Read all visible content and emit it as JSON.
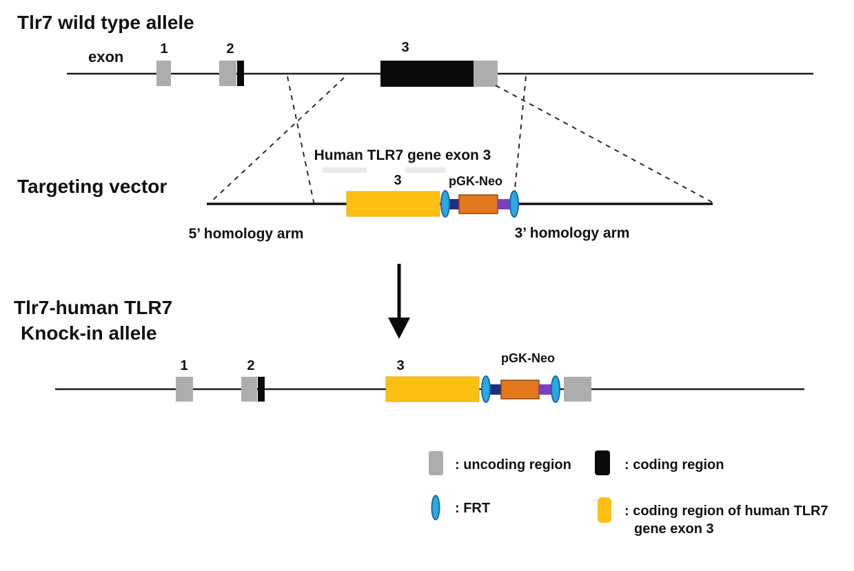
{
  "colors": {
    "uncoding_gray": "#ADADAD",
    "coding_black": "#0A0A0A",
    "human_exon_yellow": "#FCC013",
    "pgk_neo_orange": "#E2771D",
    "linker_navy": "#202E7F",
    "linker_purple": "#7D3EC0",
    "frt_blue": "#2BA9E0",
    "label_brown": "#AC4F28",
    "smudge_gray": "#EBEBEB"
  },
  "wild_type": {
    "title": "Tlr7 wild type allele",
    "exon_label": "exon",
    "exon1_number": "1",
    "exon2_number": "2",
    "exon3_number": "3"
  },
  "targeting_vector": {
    "title": "Targeting vector",
    "human_exon_label": "Human TLR7 gene exon 3",
    "exon3_number": "3",
    "pgk_neo_label": "pGK-Neo",
    "arm5_label": "5’ homology arm",
    "arm3_label": "3’ homology arm"
  },
  "knock_in": {
    "title_line1": "Tlr7-human TLR7",
    "title_line2": "Knock-in allele",
    "exon1_number": "1",
    "exon2_number": "2",
    "exon3_number": "3",
    "pgk_neo_label": "pGK-Neo"
  },
  "legend": {
    "items": [
      {
        "symbol": "uncoding-region-swatch",
        "label": ": uncoding region"
      },
      {
        "symbol": "coding-region-swatch",
        "label": ": coding region"
      },
      {
        "symbol": "frt-symbol",
        "label": ": FRT"
      },
      {
        "symbol": "human-exon-swatch",
        "label": ": coding region of human TLR7",
        "label_line2": "gene exon 3"
      }
    ]
  }
}
